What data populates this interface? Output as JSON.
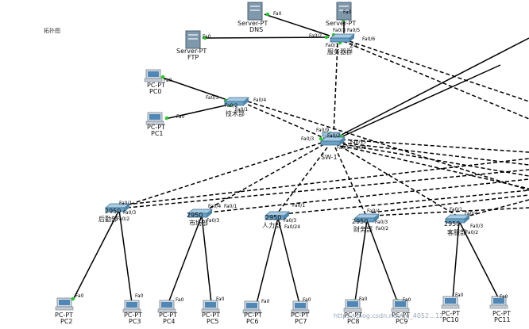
{
  "workspace": {
    "note": "拓扑图",
    "watermark": "https://blog.csdn.net/qq_4052…12"
  },
  "servers": [
    {
      "id": "dns",
      "model": "Server-PT",
      "name": "DNS",
      "port": "Fa0"
    },
    {
      "id": "web",
      "model": "Server-PT",
      "name": "",
      "port": "Fa0"
    },
    {
      "id": "ftp",
      "model": "Server-PT",
      "name": "FTP",
      "port": "Fa0"
    }
  ],
  "switches": [
    {
      "id": "server_sw",
      "name": "服务器群",
      "model": "24",
      "ports": [
        "Fa0/3",
        "Fa0/5",
        "Fa0/2",
        "Fa0/1",
        "Fa0/6"
      ]
    },
    {
      "id": "tech_sw",
      "name": "技术部",
      "ports": [
        "Fa0/3",
        "Fa0/2",
        "Fa0/1",
        "Fa0/4"
      ]
    },
    {
      "id": "core",
      "name": "SW-1",
      "ports": [
        "Fa0/9",
        "Fa0/2",
        "Fa0/3",
        "Fa0/15",
        "Fa0/5",
        "Fa0/8"
      ]
    },
    {
      "id": "sw_a",
      "model": "2950",
      "name": "后勤部",
      "ports": [
        "Fa0/1",
        "Fa0/3",
        "Fa0/2"
      ]
    },
    {
      "id": "sw_b",
      "model": "2950",
      "name": "市场部",
      "ports": [
        "Fa0/4",
        "Fa0/1",
        "Fa0/3"
      ]
    },
    {
      "id": "sw_c",
      "model": "2950",
      "name": "人力部",
      "ports": [
        "Fa0/1",
        "Fa0/3",
        "Fa0/24"
      ]
    },
    {
      "id": "sw_d",
      "model": "2950",
      "name": "财务部",
      "ports": [
        "Fa0/4",
        "Fa0/3",
        "Fa0/2"
      ]
    },
    {
      "id": "sw_e",
      "model": "2950",
      "name": "客服部",
      "ports": [
        "Fa0/1",
        "Fa0/4",
        "Fa0/3",
        "Fa0/2"
      ]
    }
  ],
  "pcs": [
    {
      "id": "pc0",
      "model": "PC-PT",
      "name": "PC0",
      "port": "Fa0"
    },
    {
      "id": "pc1",
      "model": "PC-PT",
      "name": "PC1",
      "port": "Fa0"
    },
    {
      "id": "pc2",
      "model": "PC-PT",
      "name": "PC2",
      "port": "Fa0"
    },
    {
      "id": "pc3",
      "model": "PC-PT",
      "name": "PC3",
      "port": "Fa0"
    },
    {
      "id": "pc4",
      "model": "PC-PT",
      "name": "PC4",
      "port": "Fa0"
    },
    {
      "id": "pc5",
      "model": "PC-PT",
      "name": "PC5",
      "port": "Fa0"
    },
    {
      "id": "pc6",
      "model": "PC-PT",
      "name": "PC6",
      "port": "Fa0"
    },
    {
      "id": "pc7",
      "model": "PC-PT",
      "name": "PC7",
      "port": "Fa0"
    },
    {
      "id": "pc8",
      "model": "PC-PT",
      "name": "PC8",
      "port": "Fa0"
    },
    {
      "id": "pc9",
      "model": "PC-PT",
      "name": "PC9",
      "port": "Fa0"
    },
    {
      "id": "pc10",
      "model": "PC-PT",
      "name": "PC10",
      "port": "Fa0"
    },
    {
      "id": "pc11",
      "model": "PC-PT",
      "name": "PC11",
      "port": "Fa0"
    }
  ],
  "colors": {
    "link": "#000000",
    "port_light": "#22cc22",
    "switch_body": "#6aa2c6",
    "server_body": "#7f98ab",
    "pc_screen": "#4f88b6"
  }
}
